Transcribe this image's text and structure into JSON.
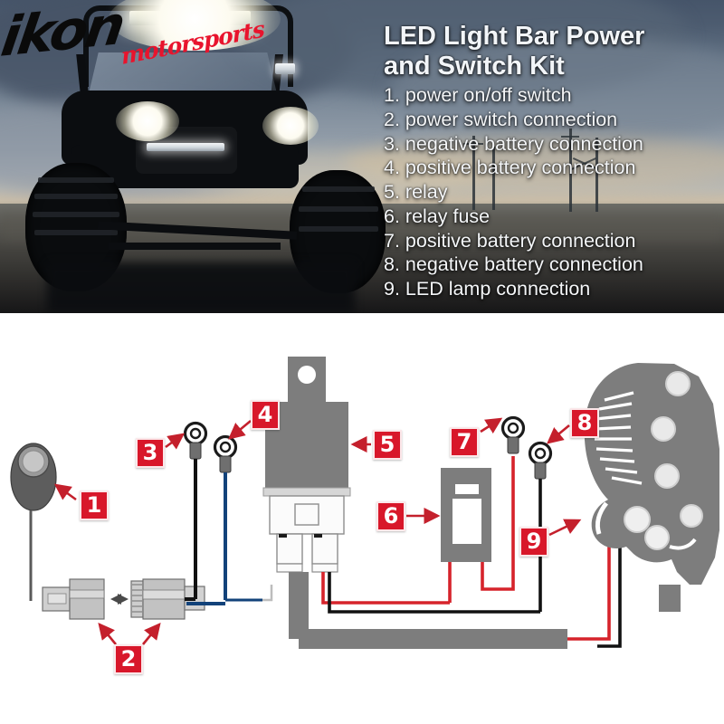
{
  "brand": {
    "logo_text": "ikon",
    "logo_subtext": "motorsports"
  },
  "header": {
    "title_line1": "LED Light Bar Power",
    "title_line2": "and Switch Kit",
    "items": [
      "1. power on/off switch",
      "2. power switch connection",
      "3. negative battery connection",
      "4. positive battery connection",
      "5. relay",
      "6. relay fuse",
      "7. positive battery connection",
      "8. negative battery connection",
      "9. LED lamp connection"
    ]
  },
  "diagram": {
    "callouts": [
      {
        "n": "1",
        "part": "power on/off switch"
      },
      {
        "n": "2",
        "part": "power switch connection"
      },
      {
        "n": "3",
        "part": "negative battery connection"
      },
      {
        "n": "4",
        "part": "positive battery connection"
      },
      {
        "n": "5",
        "part": "relay"
      },
      {
        "n": "6",
        "part": "relay fuse"
      },
      {
        "n": "7",
        "part": "positive battery connection"
      },
      {
        "n": "8",
        "part": "negative battery connection"
      },
      {
        "n": "9",
        "part": "LED lamp connection"
      }
    ]
  },
  "colors": {
    "badge_red": "#d8172a",
    "wire_red": "#d6232b",
    "wire_black": "#111111",
    "wire_blue": "#12427a",
    "part_gray": "#7d7d7d",
    "banner_dark": "#1d1e20"
  }
}
